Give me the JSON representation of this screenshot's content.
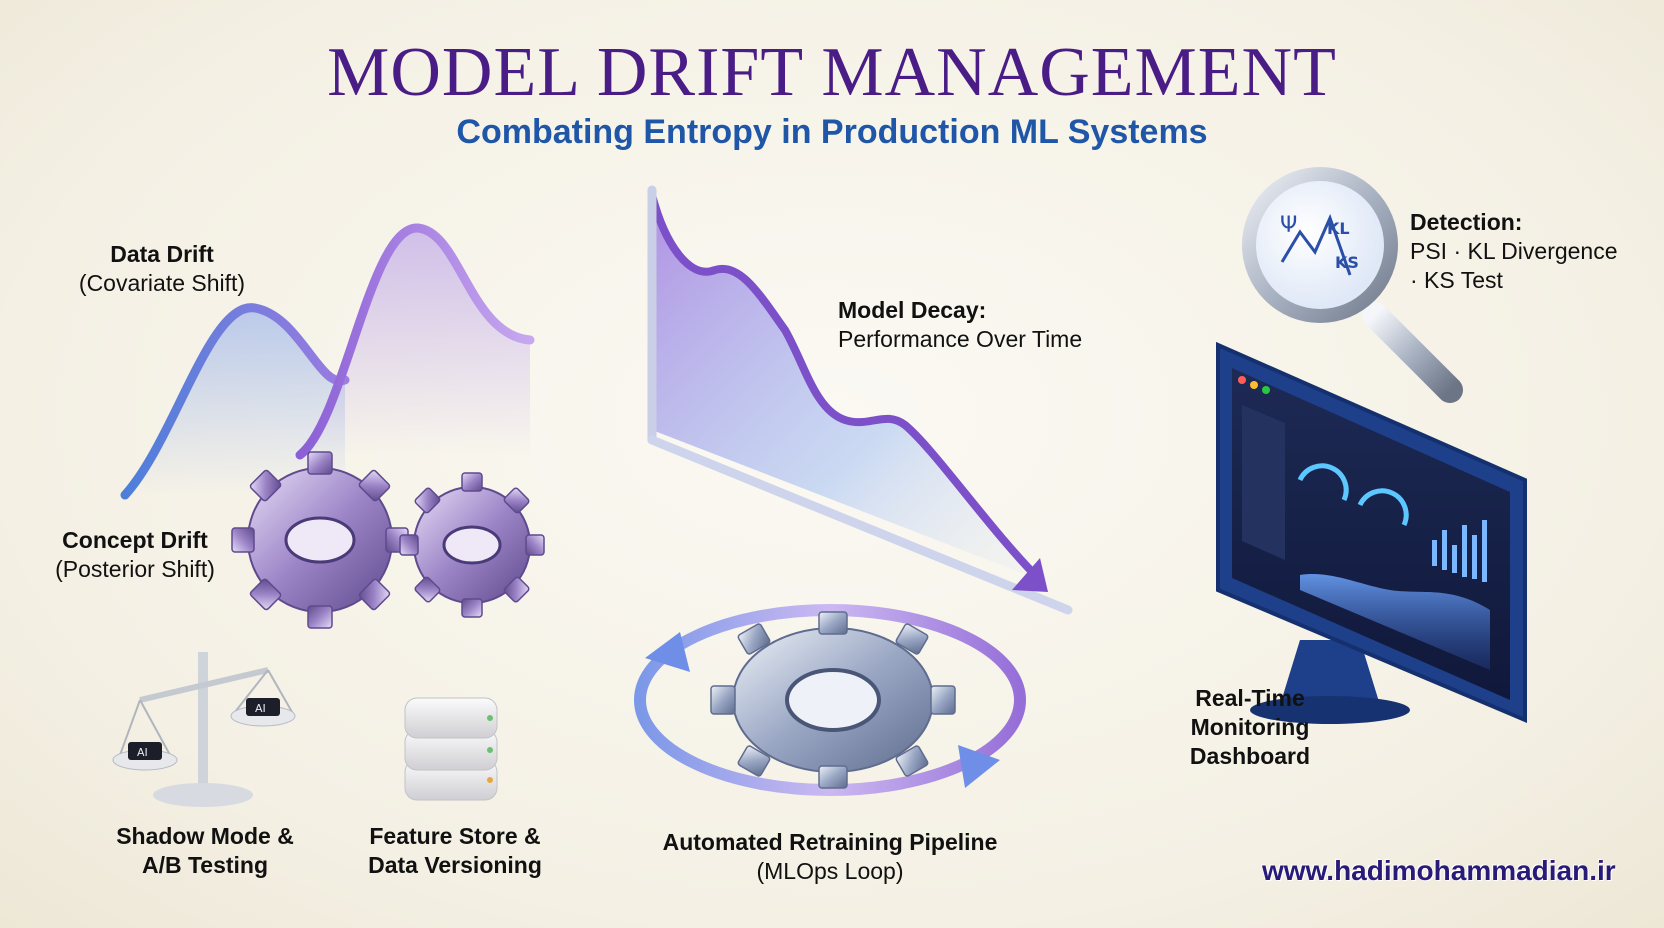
{
  "header": {
    "title": "MODEL DRIFT MANAGEMENT",
    "subtitle": "Combating Entropy in Production ML Systems"
  },
  "labels": {
    "data_drift": {
      "title": "Data Drift",
      "detail": "(Covariate Shift)"
    },
    "concept_drift": {
      "title": "Concept Drift",
      "detail": "(Posterior Shift)"
    },
    "model_decay": {
      "title": "Model Decay:",
      "detail": "Performance Over Time"
    },
    "detection": {
      "title": "Detection:",
      "line1": "PSI · KL Divergence",
      "line2": "· KS Test"
    },
    "monitoring": {
      "line1": "Real-Time",
      "line2": "Monitoring",
      "line3": "Dashboard"
    },
    "shadow_mode": {
      "line1": "Shadow Mode &",
      "line2": "A/B Testing"
    },
    "feature_store": {
      "line1": "Feature Store &",
      "line2": "Data Versioning"
    },
    "retraining": {
      "title": "Automated Retraining Pipeline",
      "detail": "(MLOps Loop)"
    }
  },
  "magnifier_symbols": {
    "psi": "Ψ",
    "kl": "KL",
    "ks": "KS"
  },
  "scale_chip_text": "AI",
  "website": "www.hadimohammadian.ir",
  "colors": {
    "title": "#4a1d86",
    "subtitle": "#1f56a8",
    "purple": "#8b5fd6",
    "blue": "#4d7fd9",
    "monitor": "#1e3f8a"
  }
}
